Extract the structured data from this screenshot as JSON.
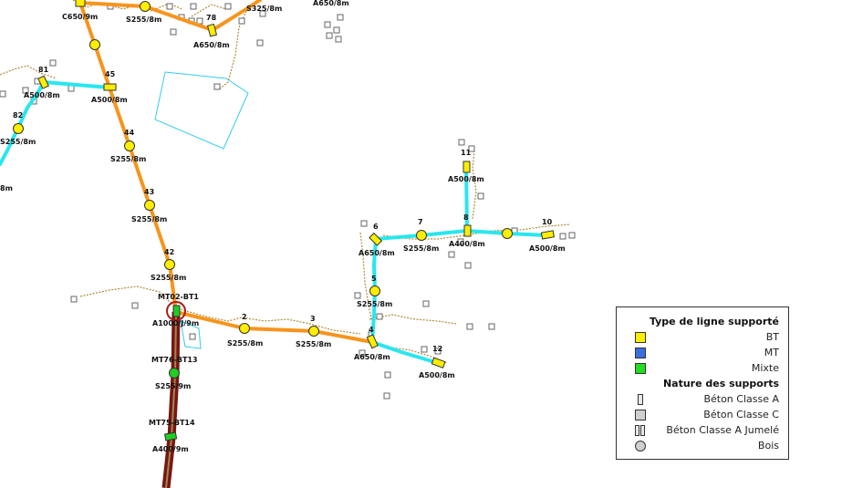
{
  "map": {
    "colors": {
      "bt_line": "#f7941d",
      "bt_cyan": "#29e6ee",
      "mixte_line": "#7a1414",
      "support_yellow": "#ffee00",
      "support_green": "#22cc22",
      "parcel": "#33ccee",
      "terrain": "#b08a3c",
      "building": "#888888"
    },
    "labels": {
      "n45": "45",
      "a500_45": "A500/8m",
      "n44": "44",
      "s255_44": "S255/8m",
      "n43": "43",
      "s255_43": "S255/8m",
      "n42": "42",
      "s255_42": "S255/8m",
      "mt02": "MT02-BT1",
      "a1000": "A1000/J/9m",
      "mt76": "MT76-BT13",
      "s255_9m": "S255/9m",
      "mt75": "MT75-BT14",
      "a400_9m": "A400/9m",
      "c650": "C650/9m",
      "s255_top": "S255/8m",
      "n78": "78",
      "a650_78": "A650/8m",
      "s325": "S325/8m",
      "a650_top": "A650/8m",
      "n81": "81",
      "a500_81": "A500/8m",
      "n82": "82",
      "s255_82": "S255/8m",
      "frag": "8m",
      "n2": "2",
      "s255_2": "S255/8m",
      "n3": "3",
      "s255_3": "S255/8m",
      "n4": "4",
      "a650_4": "A650/8m",
      "n12": "12",
      "a500_12": "A500/8m",
      "n5": "5",
      "s255_5": "S255/8m",
      "n6": "6",
      "a650_6": "A650/8m",
      "n7": "7",
      "s255_7": "S255/8m",
      "n8": "8",
      "a400_8": "A400/8m",
      "n11": "11",
      "a500_11": "A500/8m",
      "n10": "10",
      "a500_10": "A500/8m"
    }
  },
  "legend": {
    "title_line": "Type de ligne supporté",
    "line_items": [
      {
        "label": "BT",
        "color": "#ffee00"
      },
      {
        "label": "MT",
        "color": "#3a6fe0"
      },
      {
        "label": "Mixte",
        "color": "#22dd22"
      }
    ],
    "title_support": "Nature des supports",
    "support_items": [
      {
        "label": "Béton Classe A",
        "symbol": "narrow-rect"
      },
      {
        "label": "Béton Classe C",
        "symbol": "square"
      },
      {
        "label": "Béton Classe A Jumelé",
        "symbol": "double-rect"
      },
      {
        "label": "Bois",
        "symbol": "circle"
      }
    ]
  }
}
